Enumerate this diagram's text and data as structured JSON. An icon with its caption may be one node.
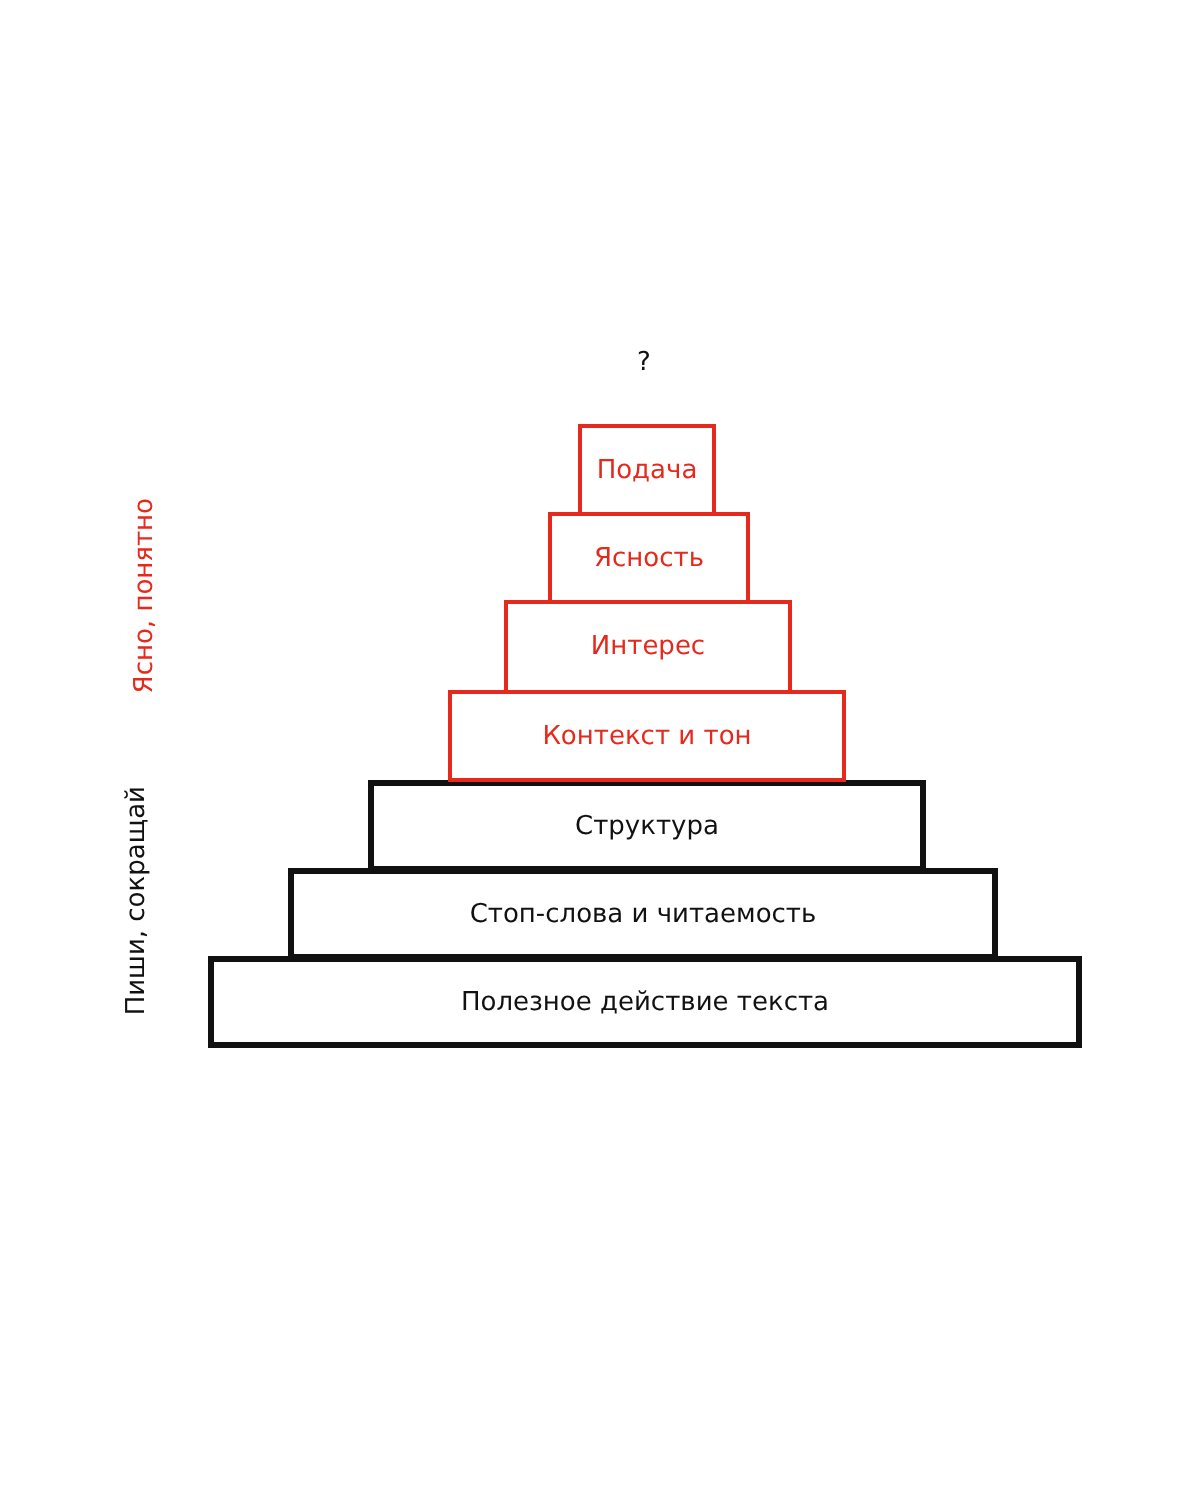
{
  "diagram": {
    "nodes": [
      {
        "text": [
          "Подача"
        ]
      },
      {
        "text": [
          "Ясность"
        ]
      },
      {
        "text": [
          "Интерес"
        ]
      },
      {
        "text": [
          "Контекст и тон"
        ]
      },
      {
        "text": [
          "Структура"
        ]
      },
      {
        "text": [
          "Стоп-слова и читаемость"
        ]
      },
      {
        "text": [
          "Полезное действие текста"
        ]
      }
    ],
    "labels": [
      "?",
      "Ясно, понятно",
      "Пиши, сокращай"
    ]
  }
}
